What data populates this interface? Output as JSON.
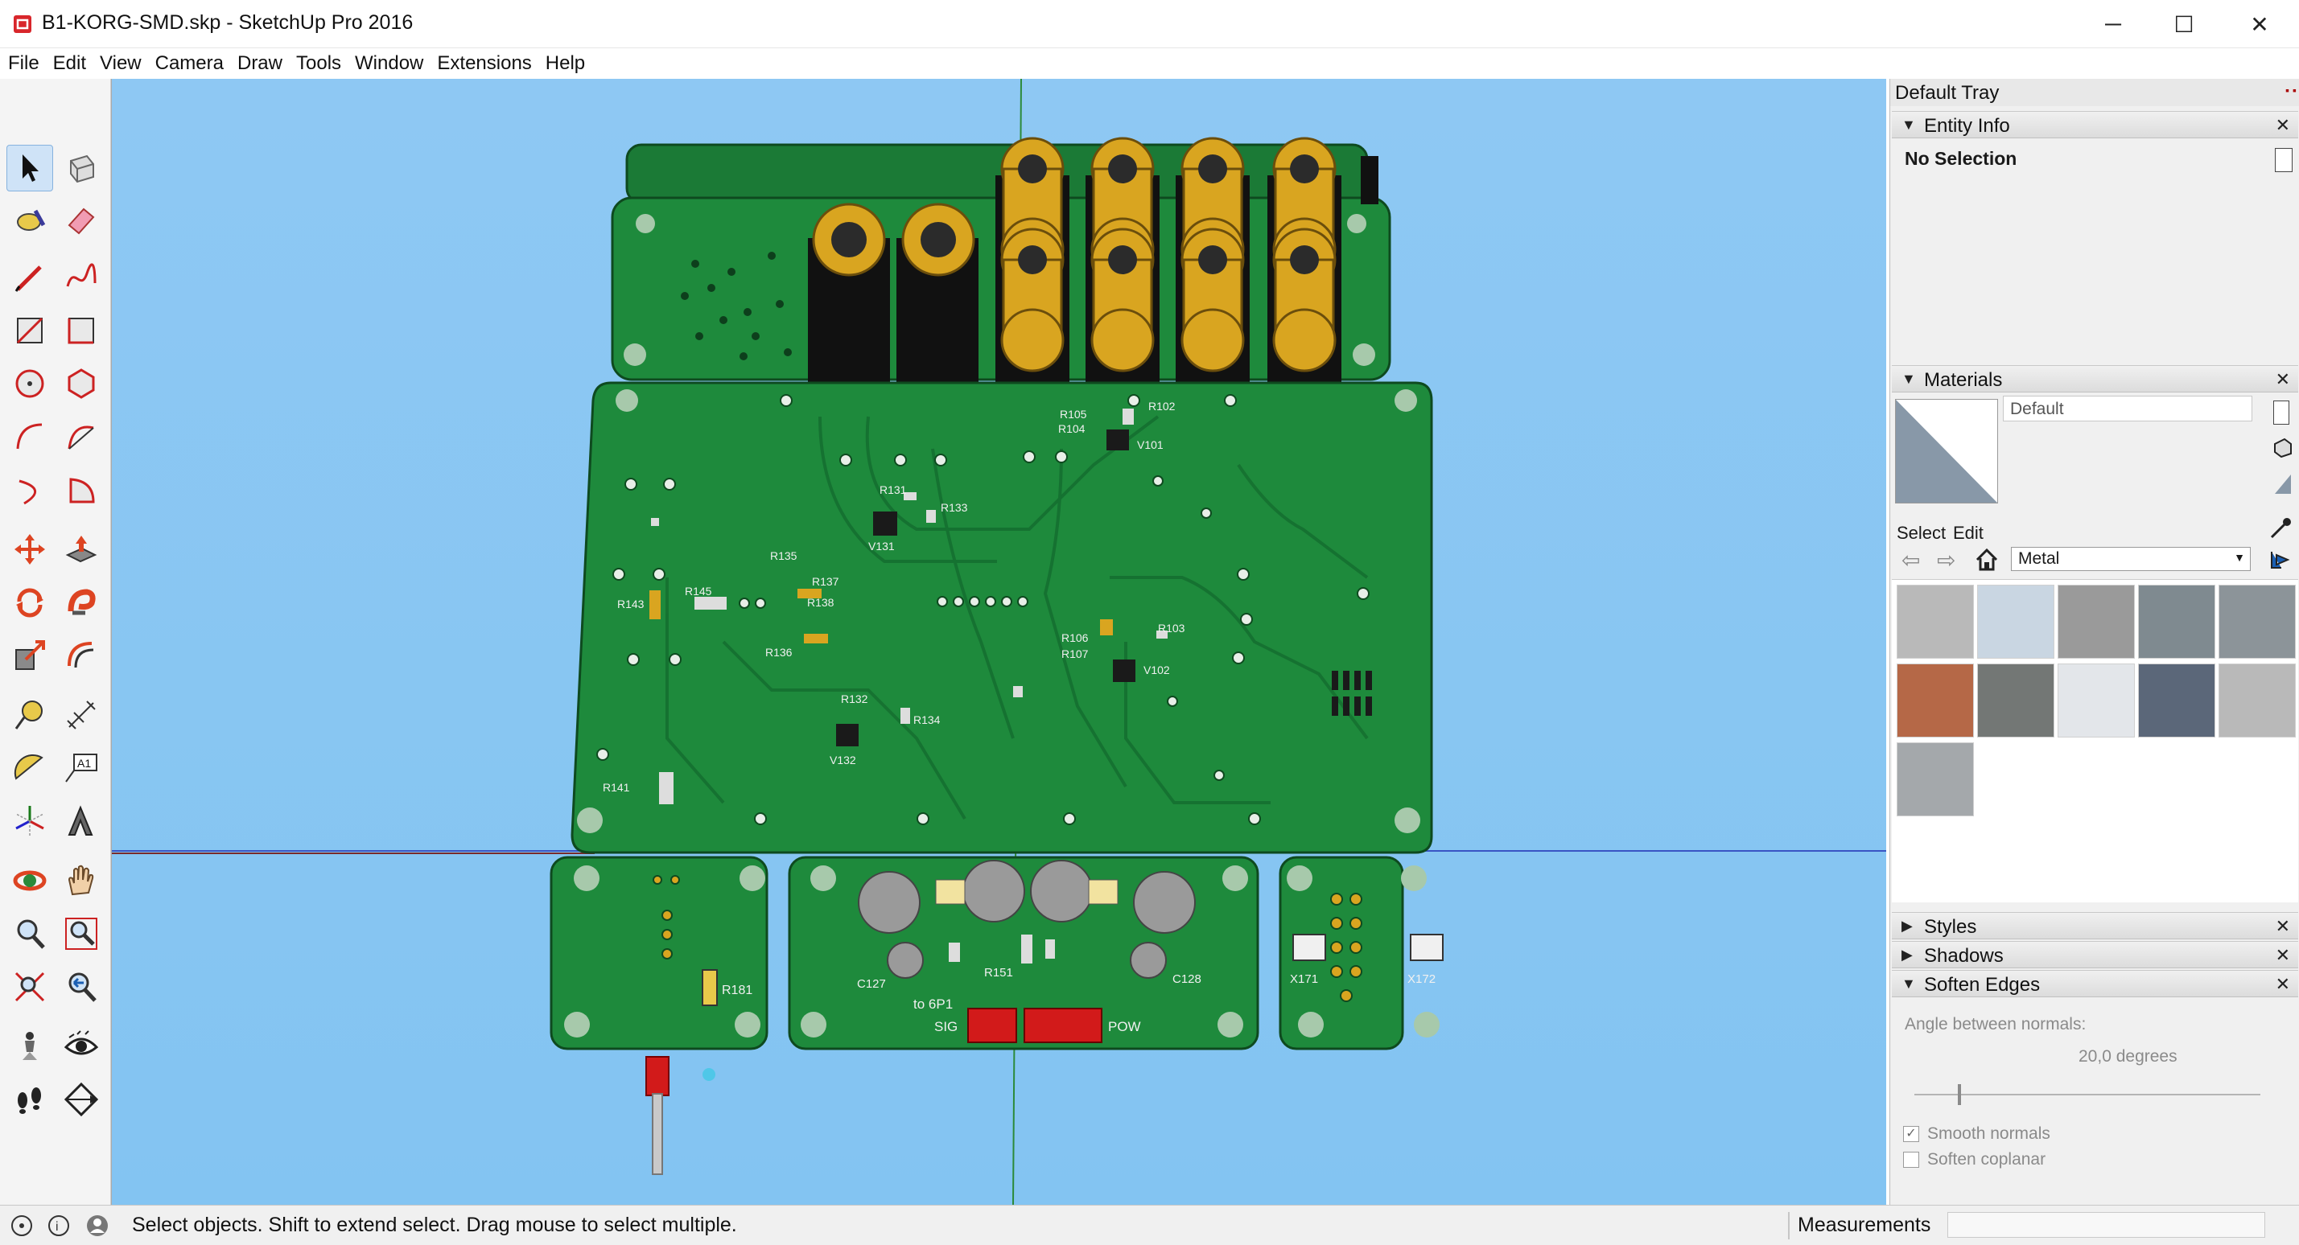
{
  "window": {
    "title": "B1-KORG-SMD.skp - SketchUp Pro 2016",
    "minimize_glyph": "─",
    "maximize_glyph": "☐",
    "close_glyph": "✕"
  },
  "menu": [
    "File",
    "Edit",
    "View",
    "Camera",
    "Draw",
    "Tools",
    "Window",
    "Extensions",
    "Help"
  ],
  "tools": [
    "select-tool",
    "make-component-tool",
    "paint-bucket-tool",
    "eraser-tool",
    "line-tool",
    "freehand-tool",
    "rectangle-tool",
    "rotated-rectangle-tool",
    "circle-tool",
    "polygon-tool",
    "arc-tool",
    "two-point-arc-tool",
    "three-point-arc-tool",
    "pie-tool",
    "move-tool",
    "push-pull-tool",
    "rotate-tool",
    "follow-me-tool",
    "scale-tool",
    "offset-tool",
    "tape-measure-tool",
    "dimension-tool",
    "protractor-tool",
    "text-tool",
    "axes-tool",
    "3d-text-tool",
    "orbit-tool",
    "pan-tool",
    "zoom-tool",
    "zoom-window-tool",
    "zoom-extents-tool",
    "previous-view-tool",
    "position-camera-tool",
    "look-around-tool",
    "walk-tool",
    "section-plane-tool"
  ],
  "tray": {
    "title": "Default Tray",
    "entity_info": {
      "header": "Entity Info",
      "selection": "No Selection"
    },
    "materials": {
      "header": "Materials",
      "current_material": "Default",
      "tab_select": "Select",
      "tab_edit": "Edit",
      "library": "Metal",
      "swatch_colors": [
        "#b9b9b9",
        "#c9d6e2",
        "#9a9a9a",
        "#7f8a90",
        "#8c9499",
        "#b56847",
        "#737775",
        "#e3e6ea",
        "#5b6779",
        "#b9b9b9",
        "#a4a8ab"
      ]
    },
    "styles": {
      "header": "Styles"
    },
    "shadows": {
      "header": "Shadows"
    },
    "soften_edges": {
      "header": "Soften Edges",
      "angle_label": "Angle between normals:",
      "angle_value": "20,0  degrees",
      "smooth_normals_label": "Smooth normals",
      "smooth_normals_checked": true,
      "soften_coplanar_label": "Soften coplanar",
      "soften_coplanar_checked": false
    }
  },
  "pcb_labels": {
    "r102": "R102",
    "r105": "R105",
    "r104": "R104",
    "v101": "V101",
    "r131": "R131",
    "r133": "R133",
    "v131": "V131",
    "r135": "R135",
    "r137": "R137",
    "r138": "R138",
    "r136": "R136",
    "r143": "R143",
    "r145": "R145",
    "r106": "R106",
    "r107": "R107",
    "r103": "R103",
    "v102": "V102",
    "r132": "R132",
    "r134": "R134",
    "v132": "V132",
    "r141": "R141",
    "r181": "R181",
    "c127": "C127",
    "c128": "C128",
    "r151": "R151",
    "to6p1": "to 6P1",
    "sig": "SIG",
    "pow": "POW",
    "x171": "X171",
    "x172": "X172"
  },
  "status": {
    "text": "Select objects. Shift to extend select. Drag mouse to select multiple.",
    "measurements_label": "Measurements",
    "measurements_value": ""
  }
}
